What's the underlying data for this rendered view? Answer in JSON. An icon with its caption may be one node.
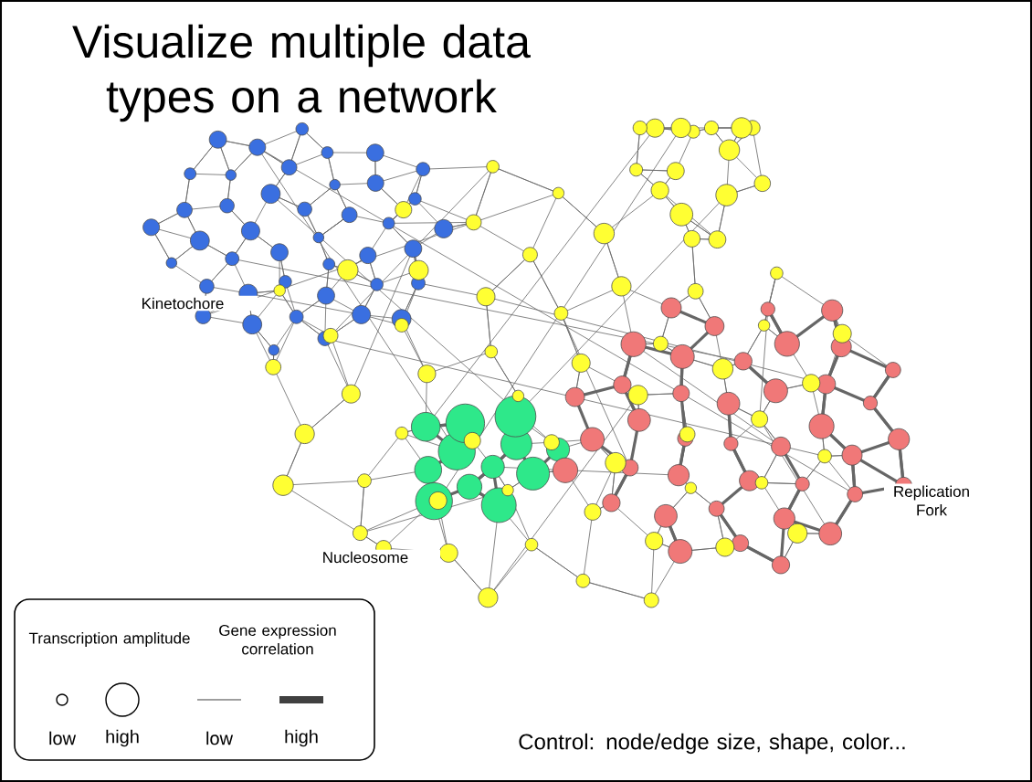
{
  "diagram": {
    "title": "Visualize multiple data types on a network",
    "labels": [
      "Kinetochore",
      "Nucleosome",
      "Replication Fork",
      "Transcription amplitude",
      "Gene expression correlation",
      "Control: node/edge size, shape, color..."
    ],
    "legend": [
      {
        "text": "low"
      },
      {
        "text": "high"
      },
      {
        "text": "low"
      },
      {
        "text": "high"
      }
    ]
  }
}
